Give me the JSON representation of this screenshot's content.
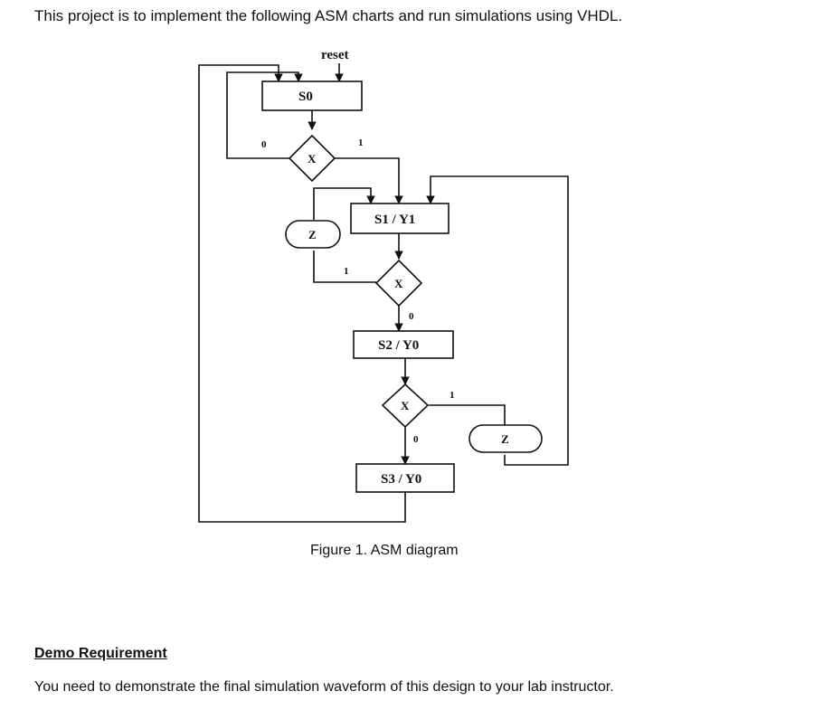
{
  "intro": "This project is to implement the following ASM charts and run simulations using VHDL.",
  "diagram": {
    "reset_label": "reset",
    "states": {
      "s0": "S0",
      "s1": "S1 / Y1",
      "s2": "S2 / Y0",
      "s3": "S3 / Y0"
    },
    "decisions": {
      "d1": "X",
      "d2": "X",
      "d3": "X"
    },
    "outputs": {
      "o1": "Z",
      "o2": "Z"
    },
    "edge_labels": {
      "d1_zero": "0",
      "d1_one": "1",
      "d2_one": "1",
      "d2_zero": "0",
      "d3_one": "1",
      "d3_zero": "0"
    }
  },
  "caption": "Figure 1. ASM diagram",
  "demo": {
    "heading": "Demo Requirement",
    "text": "You need to demonstrate the final simulation waveform of this design to your lab instructor."
  }
}
